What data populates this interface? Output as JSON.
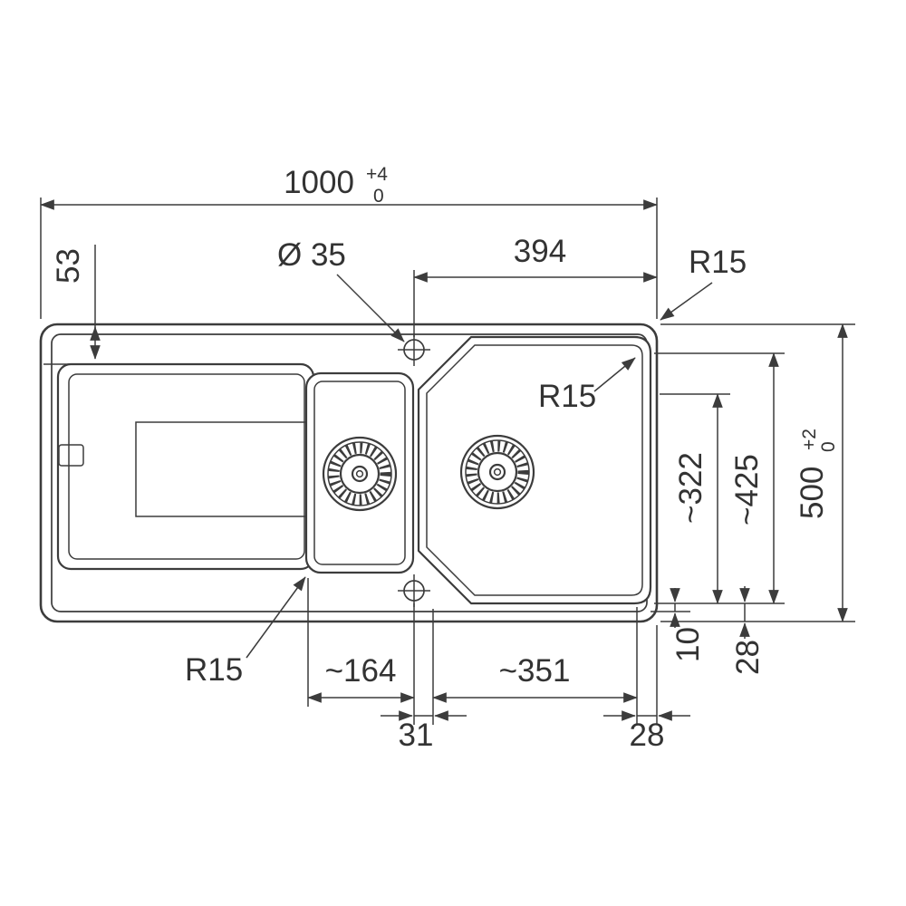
{
  "colors": {
    "line": "#3c3c3c",
    "text": "#333333",
    "background": "#ffffff"
  },
  "dims": {
    "total_width": "1000",
    "total_width_tol_plus": "+4",
    "total_width_tol_minus": "0",
    "edge_to_drainer": "53",
    "tap_hole_diameter": "Ø 35",
    "main_bowl_top_width": "394",
    "outer_corner_radius": "R15",
    "main_bowl_radius": "R15",
    "small_bowl_radius": "R15",
    "main_bowl_inner_depth": "~322",
    "main_bowl_outer_depth": "~425",
    "total_depth": "500",
    "total_depth_tol_plus": "+2",
    "total_depth_tol_minus": "0",
    "rim_offset_10": "10",
    "rim_offset_28": "28",
    "drainer_to_tap_width": "~164",
    "main_bowl_bottom_width": "~351",
    "tap_gap_31": "31",
    "edge_gap_28": "28"
  }
}
